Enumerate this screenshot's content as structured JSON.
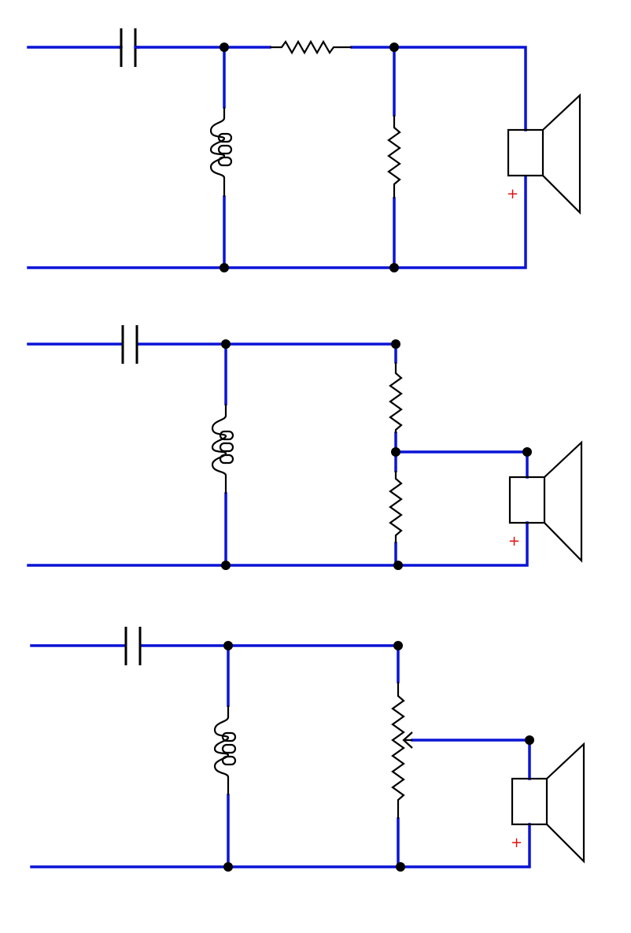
{
  "diagram": {
    "colors": {
      "wire": "#0a14d6",
      "component": "#000000",
      "node": "#000000",
      "polarity_mark": "#e01010",
      "background": "#ffffff"
    },
    "circuits": [
      {
        "name": "speaker-crossover-series-resistor",
        "components": [
          "capacitor-icon",
          "inductor-icon",
          "resistor-icon",
          "resistor-icon",
          "speaker-icon"
        ],
        "polarity_mark": "+"
      },
      {
        "name": "speaker-crossover-resistor-divider",
        "components": [
          "capacitor-icon",
          "inductor-icon",
          "resistor-icon",
          "resistor-icon",
          "speaker-icon"
        ],
        "polarity_mark": "+"
      },
      {
        "name": "speaker-crossover-potentiometer",
        "components": [
          "capacitor-icon",
          "inductor-icon",
          "potentiometer-icon",
          "speaker-icon"
        ],
        "polarity_mark": "+"
      }
    ]
  }
}
